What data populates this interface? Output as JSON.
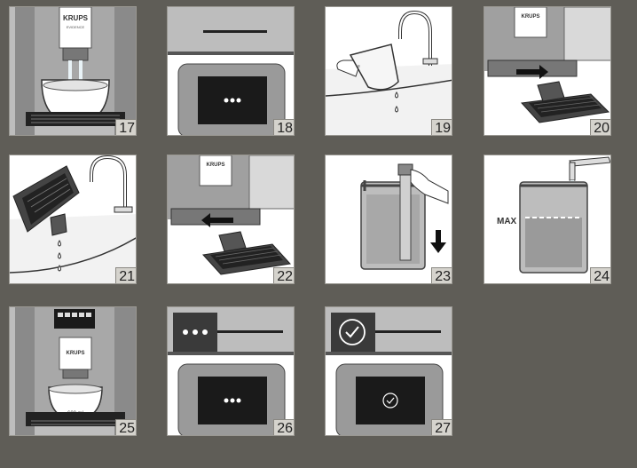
{
  "brand_label": "KRUPS",
  "brand_sub": "EVIDENCE",
  "max_label": "MAX",
  "volume_label": "600 ml",
  "steps": [
    {
      "number": "17"
    },
    {
      "number": "18"
    },
    {
      "number": "19"
    },
    {
      "number": "20"
    },
    {
      "number": "21"
    },
    {
      "number": "22"
    },
    {
      "number": "23"
    },
    {
      "number": "24"
    },
    {
      "number": "25"
    },
    {
      "number": "26"
    },
    {
      "number": "27"
    }
  ],
  "icons": {
    "dots": "three-dots-icon",
    "check": "checkmark-icon",
    "arrow": "arrow-icon",
    "drop": "water-drop-icon"
  },
  "colors": {
    "background": "#5f5d57",
    "panel": "#ffffff",
    "machine_dark": "#6f6f6f",
    "screen": "#1a1a1a"
  }
}
